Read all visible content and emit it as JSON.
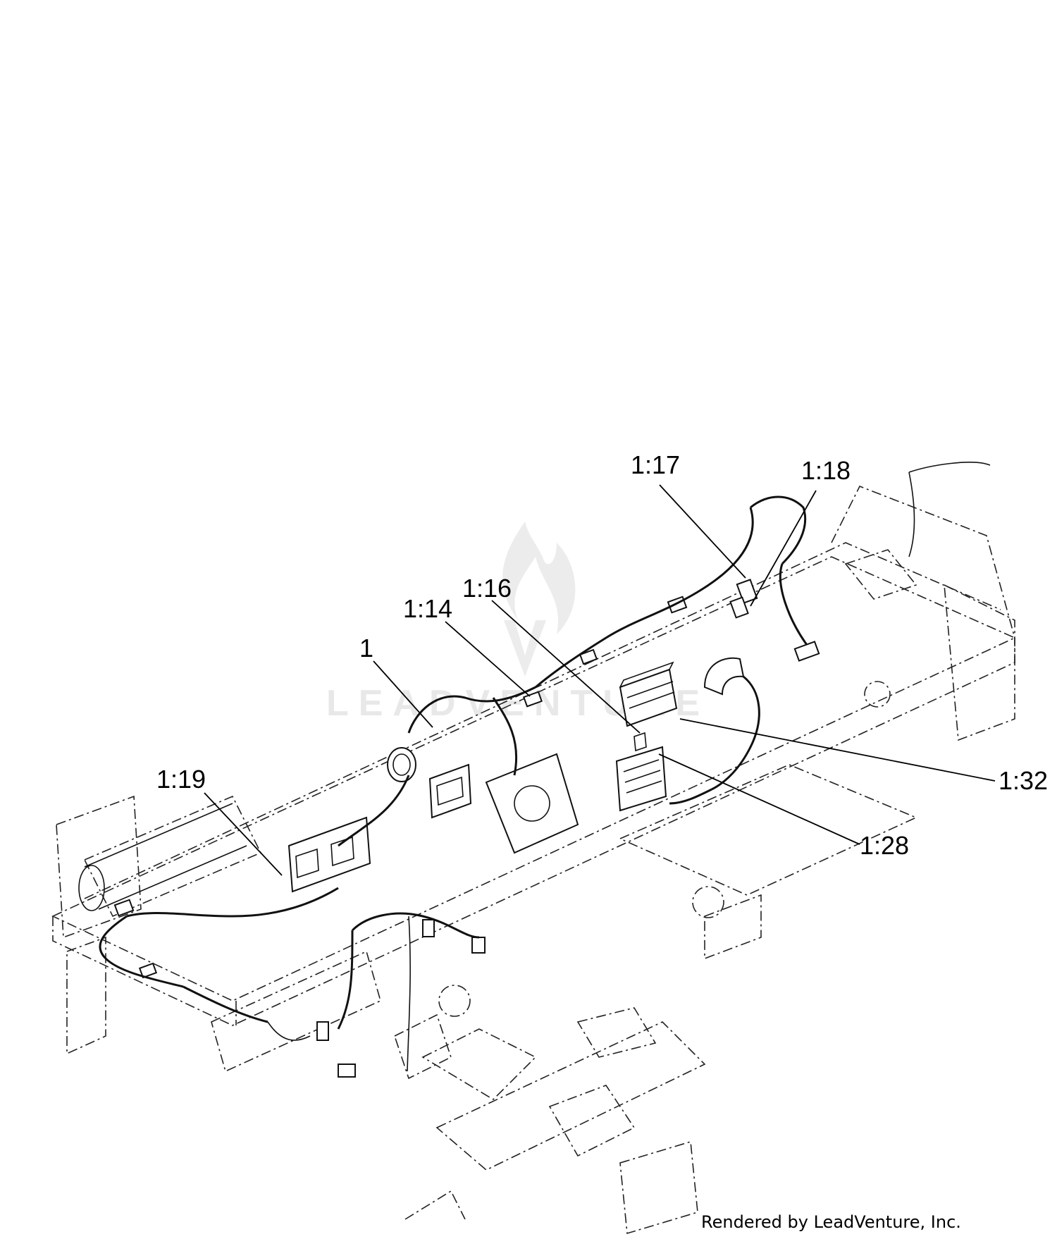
{
  "watermark": {
    "text": "LEADVENTURE",
    "color": "#e6e6e6",
    "icon": "flame-v-logo"
  },
  "callouts": [
    {
      "id": "c-1-17",
      "label": "1:17"
    },
    {
      "id": "c-1-18",
      "label": "1:18"
    },
    {
      "id": "c-1-16",
      "label": "1:16"
    },
    {
      "id": "c-1-14",
      "label": "1:14"
    },
    {
      "id": "c-1",
      "label": "1"
    },
    {
      "id": "c-1-19",
      "label": "1:19"
    },
    {
      "id": "c-1-32",
      "label": "1:32"
    },
    {
      "id": "c-1-28",
      "label": "1:28"
    }
  ],
  "footer": {
    "credit": "Rendered by LeadVenture, Inc."
  }
}
